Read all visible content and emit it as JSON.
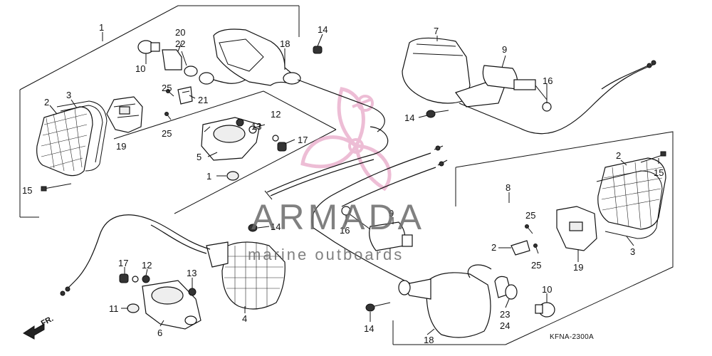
{
  "diagram_code": "KFNA-2300A",
  "direction_label": "FR.",
  "watermark": {
    "title": "ARMADA",
    "subtitle": "marine outboards"
  },
  "callouts": {
    "c1": "1",
    "c2a": "2",
    "c3a": "3",
    "c15a": "15",
    "c19a": "19",
    "c10a": "10",
    "c20": "20",
    "c22": "22",
    "c25a": "25",
    "c25b": "25",
    "c21": "21",
    "c14a": "14",
    "c18a": "18",
    "c7": "7",
    "c9a": "9",
    "c16a": "16",
    "c14b": "14",
    "c12a": "12",
    "c13a": "13",
    "c17a": "17",
    "c5": "5",
    "c1b": "1",
    "c8": "8",
    "c2b": "2",
    "c15b": "15",
    "c3b": "3",
    "c25c": "25",
    "c2c": "2",
    "c25d": "25",
    "c19b": "19",
    "c9b": "9",
    "c16b": "16",
    "c14c": "14",
    "c17b": "17",
    "c12b": "12",
    "c13b": "13",
    "c11": "11",
    "c6": "6",
    "c4": "4",
    "c10b": "10",
    "c23": "23",
    "c24": "24",
    "c14d": "14",
    "c18b": "18"
  },
  "colors": {
    "line": "#111111",
    "watermark_pink": "#e8a8c8",
    "watermark_text": "#6a6a6a"
  }
}
